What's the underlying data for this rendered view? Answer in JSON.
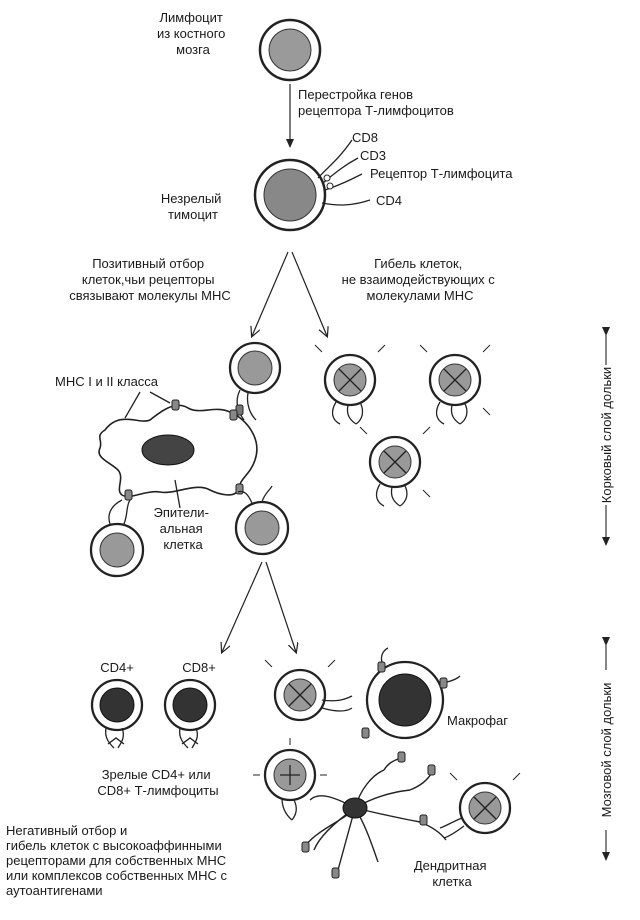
{
  "labels": {
    "bone_marrow_lymphocyte": [
      "Лимфоцит",
      "из костного",
      "мозга"
    ],
    "gene_rearrangement": [
      "Перестройка генов",
      "рецептора Т-лимфоцитов"
    ],
    "cd8": "CD8",
    "cd3": "CD3",
    "tcr": "Рецептор Т-лимфоцита",
    "cd4": "CD4",
    "immature_thymocyte": [
      "Незрелый",
      "тимоцит"
    ],
    "positive_selection": [
      "Позитивный отбор",
      "клеток,чьи рецепторы",
      "связывают молекулы МНС"
    ],
    "cell_death": [
      "Гибель клеток,",
      "не взаимодействующих с",
      "молекулами МНС"
    ],
    "mhc_class": "МНС I и II класса",
    "epithelial_cell": [
      "Эпители-",
      "альная",
      "клетка"
    ],
    "cortex": "Корковый слой дольки",
    "medulla": "Мозговой слой дольки",
    "cd4_plus": "CD4+",
    "cd8_plus": "CD8+",
    "macrophage": "Макрофаг",
    "mature_lymphocytes": [
      "Зрелые CD4+ или",
      "CD8+ Т-лимфоциты"
    ],
    "negative_selection": [
      "Негативный отбор и",
      "гибель клеток с высокоаффинными",
      "рецепторами для собственных МНС",
      "или комплексов собственных МНС с",
      "аутоантигенами"
    ],
    "dendritic_cell": [
      "Дендритная",
      "клетка"
    ]
  }
}
